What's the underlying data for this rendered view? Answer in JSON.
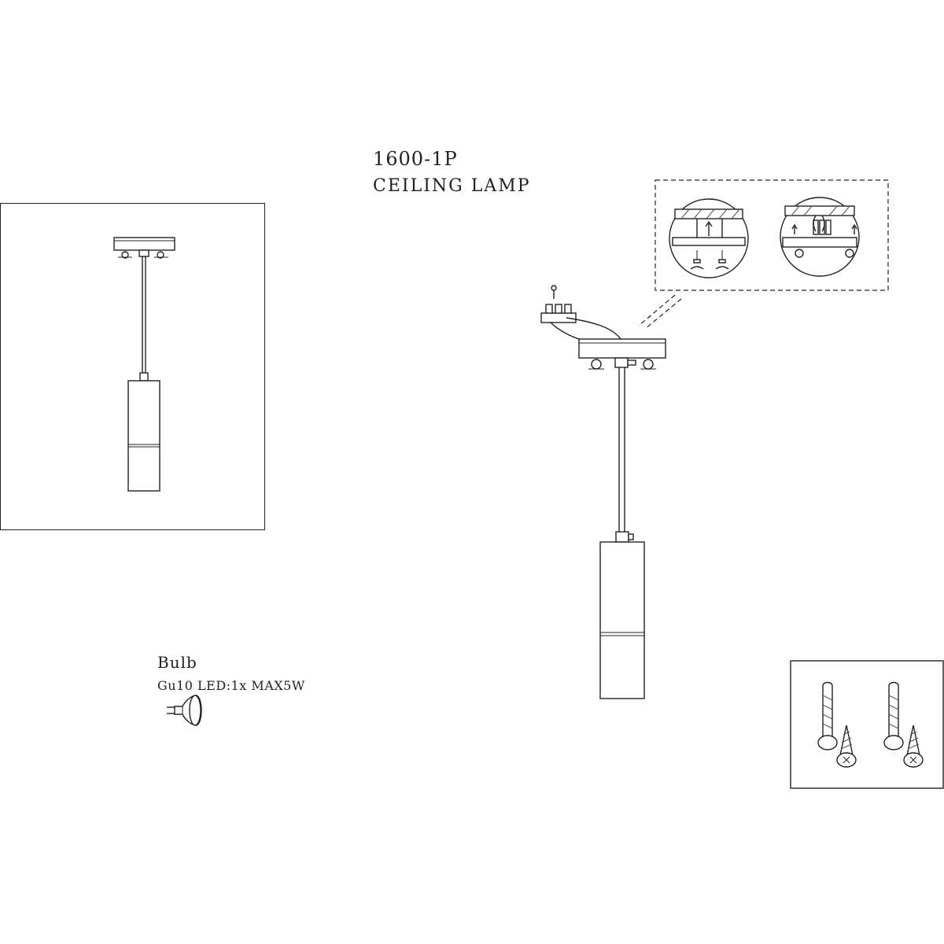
{
  "header": {
    "model": "1600-1P",
    "product": "CEILING LAMP"
  },
  "bulb": {
    "heading": "Bulb",
    "spec": "Gu10 LED:1x MAX5W"
  },
  "icons": {
    "bulb": "gu10-bulb-icon",
    "screws": "screw-and-anchor-icon",
    "terminal": "terminal-block-icon"
  },
  "colors": {
    "line": "#222222",
    "background": "#ffffff"
  }
}
